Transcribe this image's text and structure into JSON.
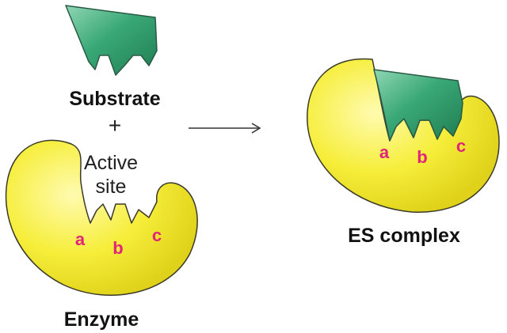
{
  "diagram": {
    "substrate_label": "Substrate",
    "plus_sign": "+",
    "active_site_line1": "Active",
    "active_site_line2": "site",
    "enzyme_label": "Enzyme",
    "complex_label": "ES complex",
    "site_labels": [
      "a",
      "b",
      "c"
    ]
  },
  "colors": {
    "enzyme_fill": "#f4ec2a",
    "enzyme_highlight": "#fffbb0",
    "substrate_fill": "#2e9a6a",
    "substrate_highlight": "#8fd7b4",
    "outline": "#3a3a2a",
    "site_label": "#e0247a",
    "arrow": "#333333"
  },
  "icons": {
    "reaction_arrow": "arrow-right-icon"
  }
}
